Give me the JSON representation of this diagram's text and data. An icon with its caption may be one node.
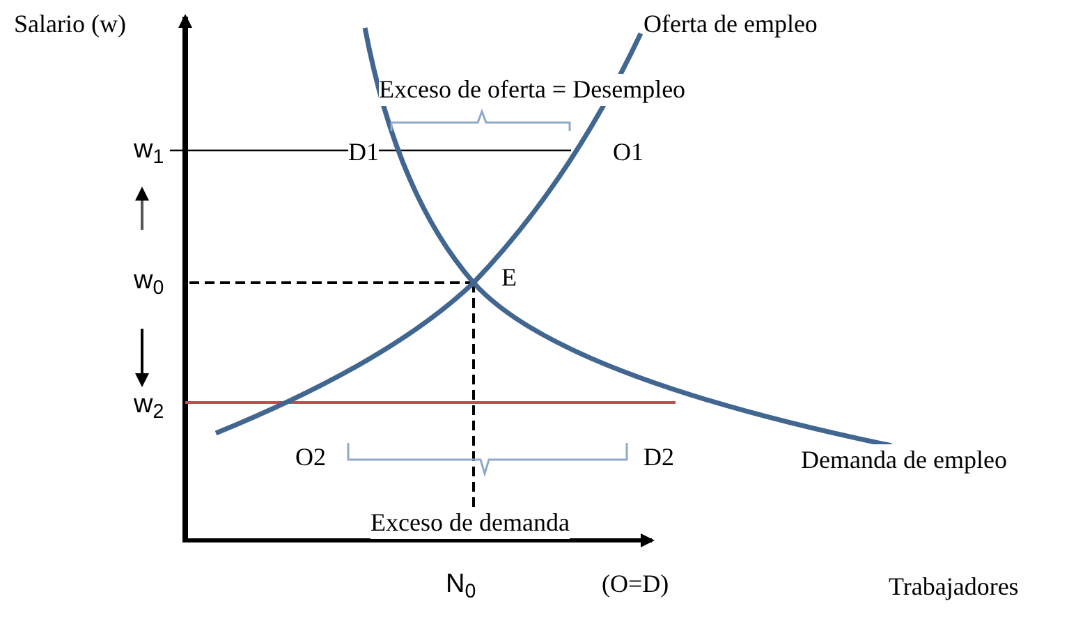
{
  "diagram": {
    "labels": [
      "Salario (w)",
      "Oferta de empleo",
      "Exceso de oferta = Desempleo",
      "w$_{1}$",
      "D1",
      "O1",
      "w$_{0}$",
      "E",
      "w$_{2}$",
      "O2",
      "D2",
      "Demanda de empleo",
      "Exceso de demanda",
      "N$_{0}$",
      "(O=D)",
      "Trabajadores"
    ]
  }
}
